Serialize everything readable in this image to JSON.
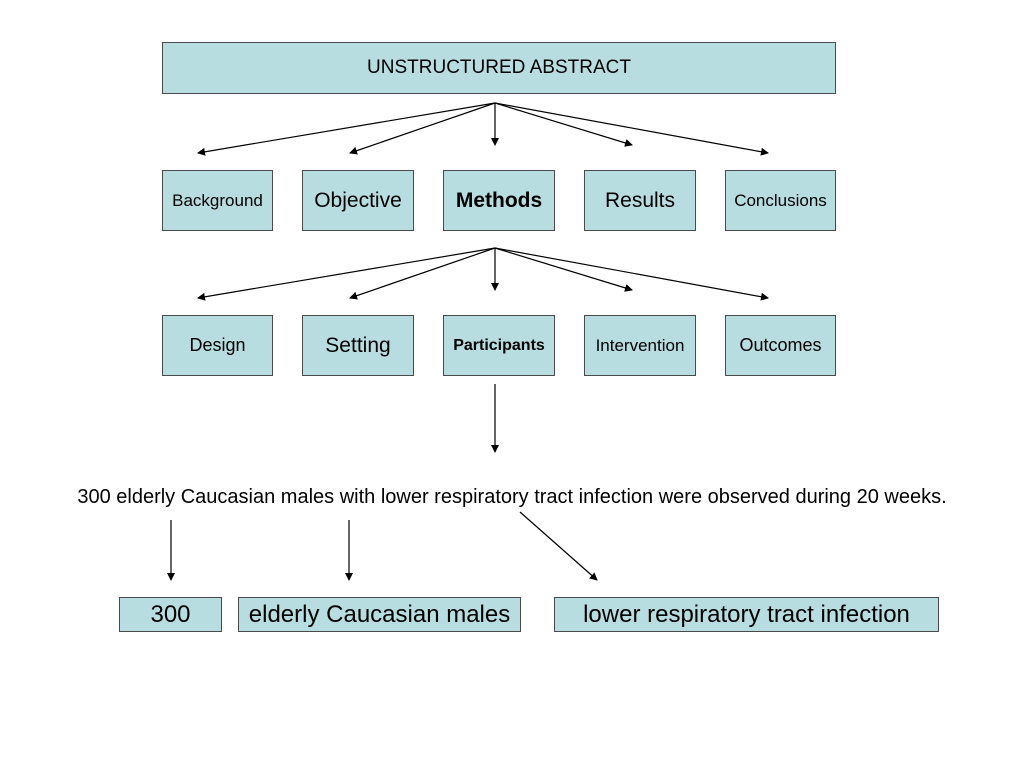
{
  "colors": {
    "box_fill": "#b8dde0",
    "box_border": "#4a4a4a",
    "arrow": "#000000"
  },
  "root": {
    "label": "UNSTRUCTURED ABSTRACT"
  },
  "sections": [
    {
      "label": "Background",
      "bold": false
    },
    {
      "label": "Objective",
      "bold": false
    },
    {
      "label": "Methods",
      "bold": true
    },
    {
      "label": "Results",
      "bold": false
    },
    {
      "label": "Conclusions",
      "bold": false
    }
  ],
  "methods_parts": [
    {
      "label": "Design",
      "bold": false
    },
    {
      "label": "Setting",
      "bold": false
    },
    {
      "label": "Participants",
      "bold": true
    },
    {
      "label": "Intervention",
      "bold": false
    },
    {
      "label": "Outcomes",
      "bold": false
    }
  ],
  "participants_sentence": "300 elderly Caucasian males with lower respiratory tract infection were observed during 20 weeks.",
  "extracted_elements": [
    {
      "label": "300"
    },
    {
      "label": "elderly Caucasian males"
    },
    {
      "label": "lower respiratory tract infection"
    }
  ]
}
